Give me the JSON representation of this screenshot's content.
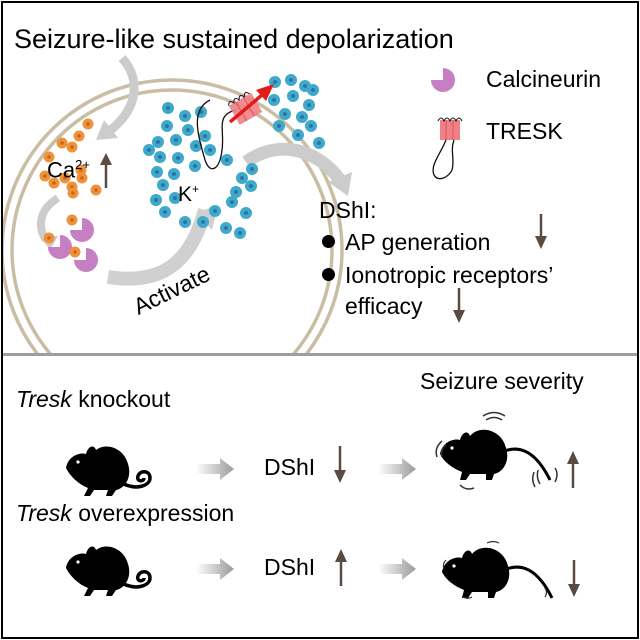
{
  "top_panel": {
    "title": "Seizure-like sustained depolarization",
    "ca_label": "Ca",
    "ca_superscript": "2+",
    "k_label": "K",
    "k_superscript": "+",
    "activate_label": "Activate",
    "legend": [
      {
        "label": "Calcineurin",
        "icon": "calcineurin-icon"
      },
      {
        "label": "TRESK",
        "icon": "tresk-channel-icon"
      }
    ],
    "dshi": {
      "heading": "DShI:",
      "items": [
        {
          "text": "AP generation",
          "direction": "down"
        },
        {
          "text": "Ionotropic receptors’",
          "continuation": "efficacy",
          "direction": "down"
        }
      ]
    }
  },
  "bottom_panel": {
    "severity_header": "Seizure severity",
    "rows": [
      {
        "gene": "Tresk",
        "condition": "knockout",
        "dshi_label": "DShI",
        "dshi_direction": "down",
        "severity_direction": "up"
      },
      {
        "gene": "Tresk",
        "condition": "overexpression",
        "dshi_label": "DShI",
        "dshi_direction": "up",
        "severity_direction": "down"
      }
    ]
  },
  "colors": {
    "calcium": "#f0923a",
    "potassium": "#3fa9c9",
    "calcineurin": "#c77fc3",
    "tresk": "#f07f86",
    "membrane": "#c9bda4",
    "arrow_gray": "#cccccc",
    "direction_arrow": "#5a4a40",
    "efflux_arrow": "#e21b1b"
  }
}
